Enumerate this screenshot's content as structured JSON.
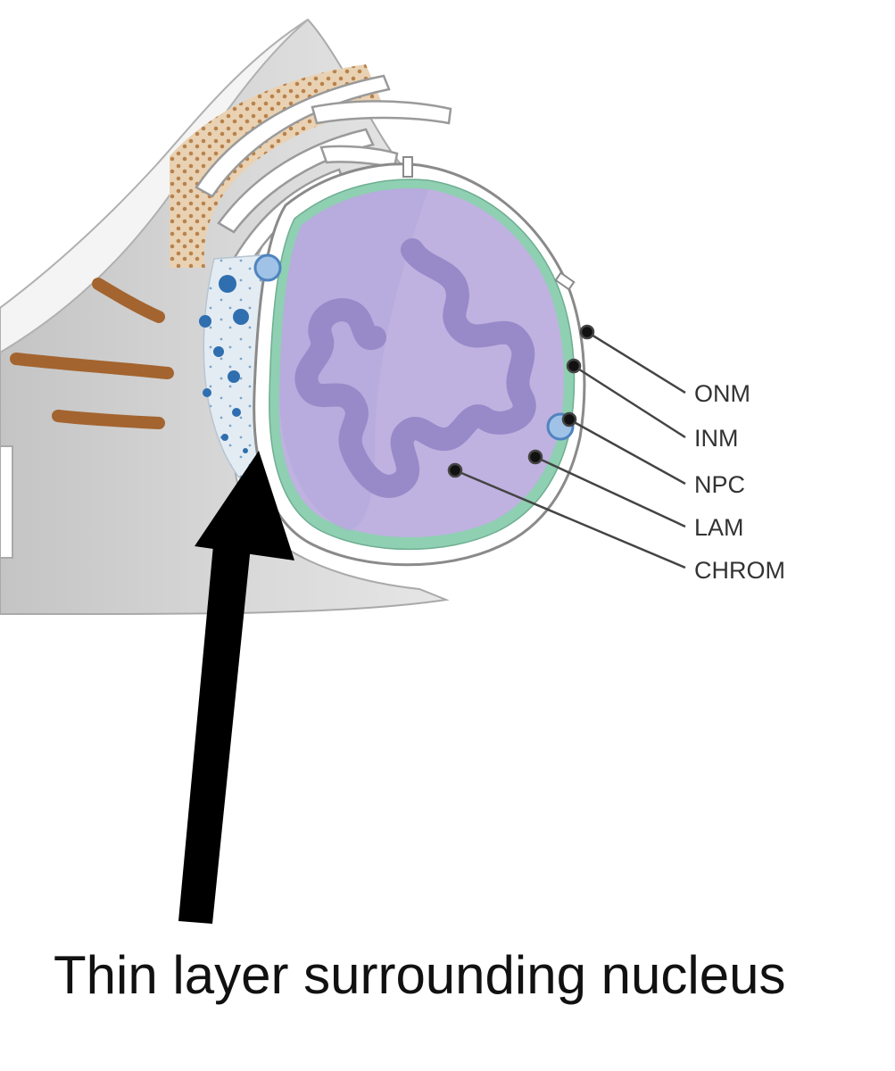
{
  "labels": {
    "onm": "ONM",
    "inm": "INM",
    "npc": "NPC",
    "lam": "LAM",
    "chrom": "CHROM"
  },
  "caption": "Thin layer surrounding nucleus",
  "colors": {
    "cytoplasm": "#d6d6d6",
    "cytoplasm_edge": "#9a9a9a",
    "er_fill": "#ffffff",
    "ribosome": "#c98f55",
    "nucleoplasm": "#bfb2e0",
    "chromatin": "#9889c9",
    "lamina": "#8fcfb2",
    "pore": "#6f9fd6",
    "vesicle": "#2f6fb0",
    "mitochondria": "#b7733a",
    "arrow": "#000000"
  }
}
